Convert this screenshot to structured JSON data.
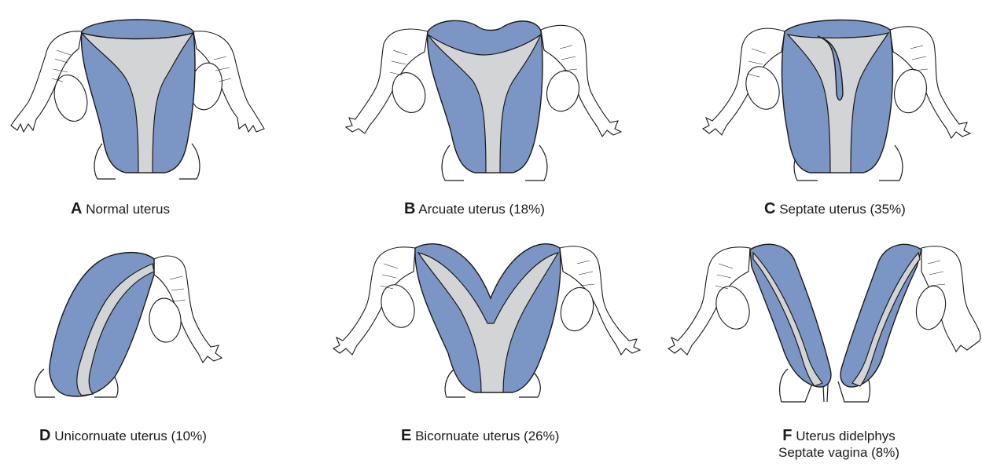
{
  "colors": {
    "myometrium": "#7b95c4",
    "cavity": "#d3d4d6",
    "outline": "#1a1a1a",
    "background": "#ffffff"
  },
  "panels": [
    {
      "id": "A",
      "letter": "A",
      "label": "Normal uterus",
      "label_line2": ""
    },
    {
      "id": "B",
      "letter": "B",
      "label": "Arcuate uterus (18%)",
      "label_line2": ""
    },
    {
      "id": "C",
      "letter": "C",
      "label": "Septate uterus (35%)",
      "label_line2": ""
    },
    {
      "id": "D",
      "letter": "D",
      "label": "Unicornuate uterus (10%)",
      "label_line2": ""
    },
    {
      "id": "E",
      "letter": "E",
      "label": "Bicornuate uterus (26%)",
      "label_line2": ""
    },
    {
      "id": "F",
      "letter": "F",
      "label": "Uterus didelphys",
      "label_line2": "Septate vagina (8%)"
    }
  ]
}
